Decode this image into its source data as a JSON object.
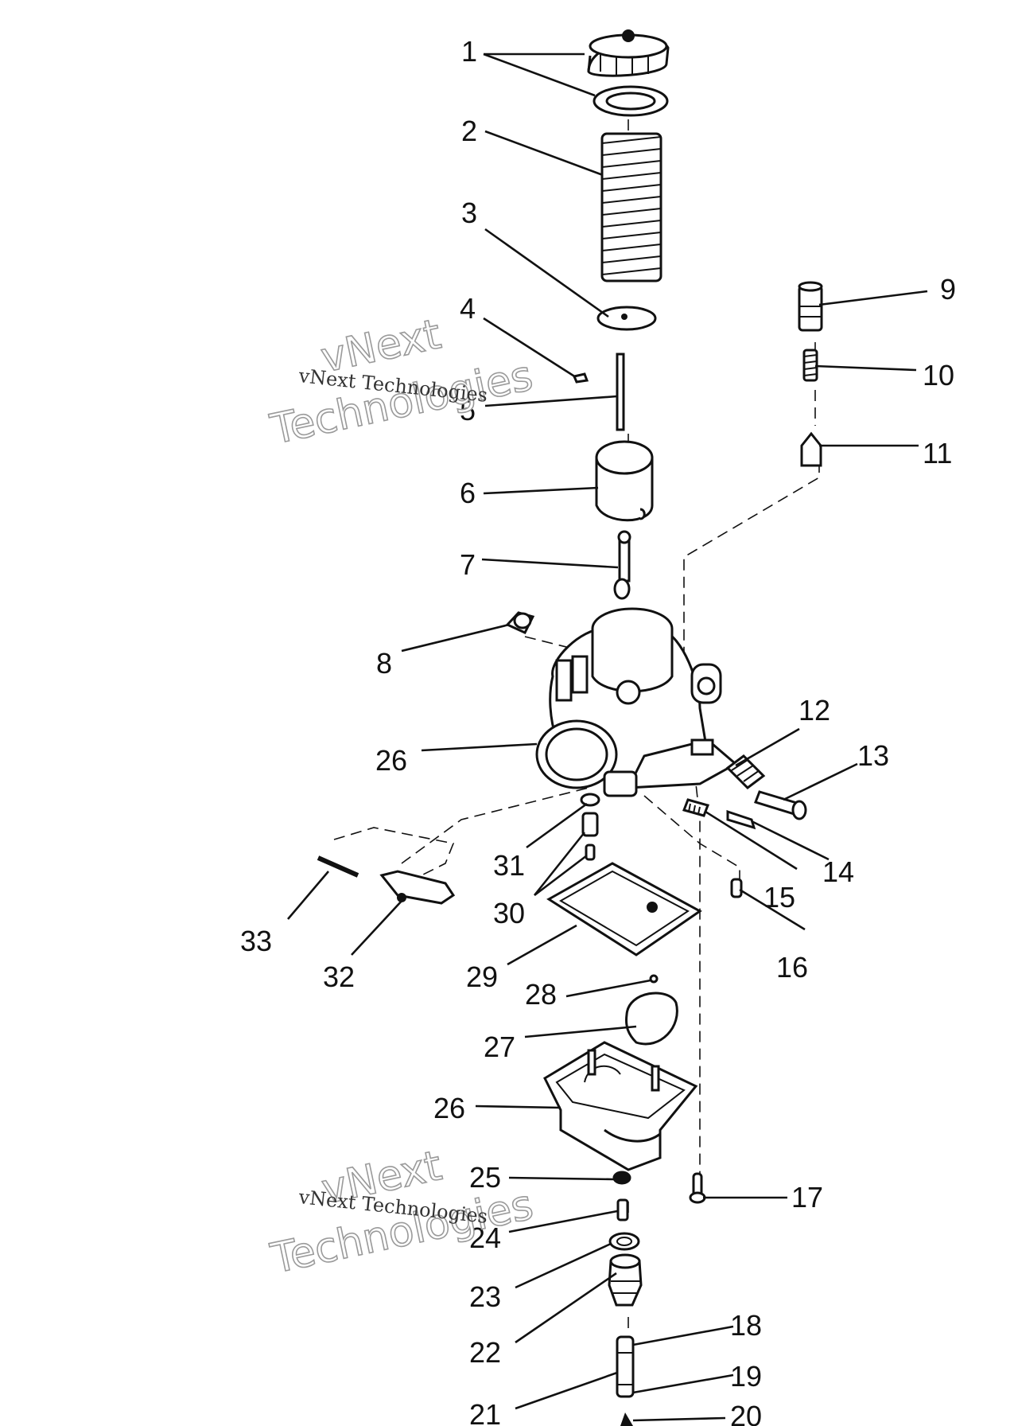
{
  "callouts": {
    "c1": "1",
    "c2": "2",
    "c3": "3",
    "c4": "4",
    "c5": "5",
    "c6": "6",
    "c7": "7",
    "c8": "8",
    "c9": "9",
    "c10": "10",
    "c11": "11",
    "c12": "12",
    "c13": "13",
    "c14": "14",
    "c15": "15",
    "c16": "16",
    "c17": "17",
    "c18": "18",
    "c19": "19",
    "c20": "20",
    "c21": "21",
    "c22": "22",
    "c23": "23",
    "c24": "24",
    "c25": "25",
    "c26a": "26",
    "c26b": "26",
    "c27": "27",
    "c28": "28",
    "c29": "29",
    "c30": "30",
    "c31": "31",
    "c32": "32",
    "c33": "33"
  },
  "watermark": {
    "text": "vNext Technologies",
    "big_line1": "vNext",
    "big_line2": "Technologies"
  }
}
